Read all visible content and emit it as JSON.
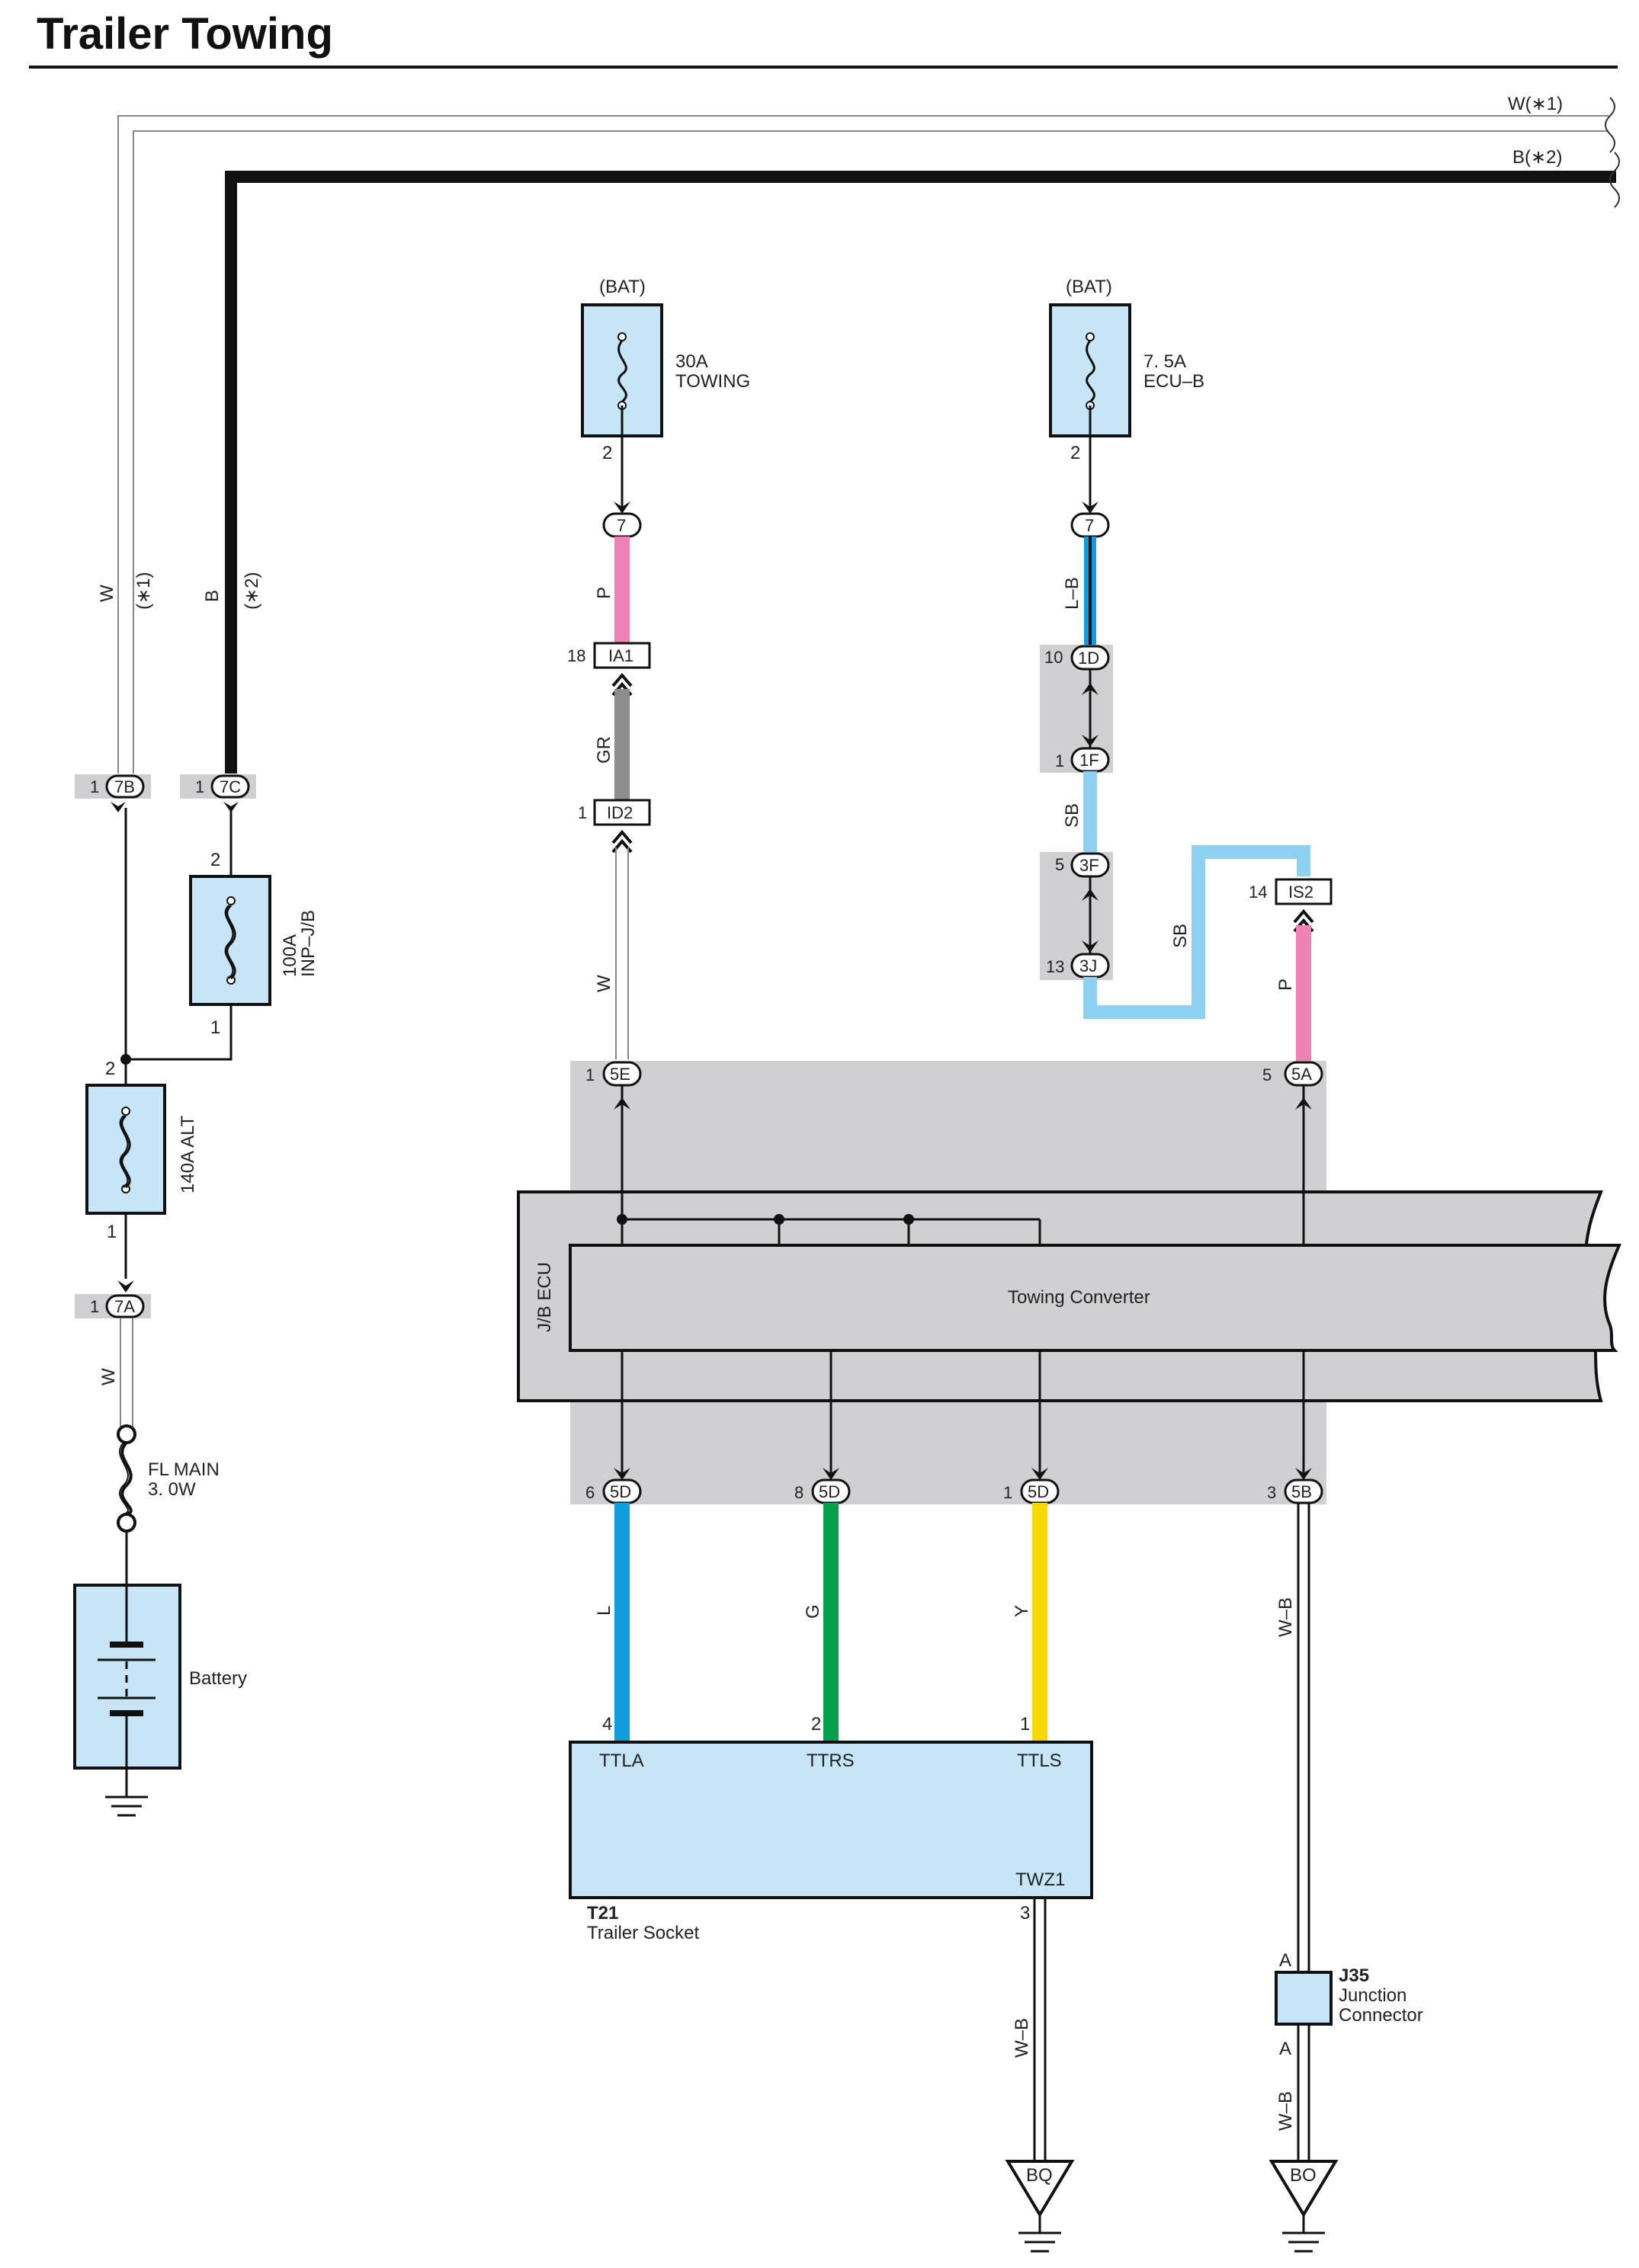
{
  "title": "Trailer Towing",
  "colors": {
    "pink": "#ee82b4",
    "gray_wire": "#8c8c8c",
    "light_blue": "#8dd0f2",
    "blue": "#0f9de0",
    "green": "#07a04a",
    "yellow": "#f7d900",
    "component_fill": "#c6e6f7",
    "shade": "#d0d0d2"
  },
  "top_labels": {
    "w1": "W(∗1)",
    "b2": "B(∗2)"
  },
  "left": {
    "w_wire": "W",
    "w_note": "(∗1)",
    "b_wire": "B",
    "b_note": "(∗2)",
    "c7b": {
      "pin": "1",
      "id": "7B"
    },
    "c7c": {
      "pin": "1",
      "id": "7C"
    },
    "fuse100": {
      "top_pin": "2",
      "bottom_pin": "1",
      "label1": "100A",
      "label2": "INP–J/B"
    },
    "fuse140": {
      "top_pin": "2",
      "bottom_pin": "1",
      "label": "140A ALT"
    },
    "c7a": {
      "pin": "1",
      "id": "7A"
    },
    "w_lower": "W",
    "fl_main": {
      "line1": "FL MAIN",
      "line2": "3. 0W"
    },
    "battery": "Battery"
  },
  "center": {
    "bat_label": "(BAT)",
    "fuse30": {
      "line1": "30A",
      "line2": "TOWING",
      "pin": "2"
    },
    "c7": "7",
    "wire_p": "P",
    "ia1": {
      "pin": "18",
      "id": "IA1"
    },
    "wire_gr": "GR",
    "id2": {
      "pin": "1",
      "id": "ID2"
    },
    "wire_w": "W",
    "c5e": {
      "pin": "1",
      "id": "5E"
    }
  },
  "right": {
    "bat_label": "(BAT)",
    "fuse75": {
      "line1": "7. 5A",
      "line2": "ECU–B",
      "pin": "2"
    },
    "c7": "7",
    "wire_lb": "L–B",
    "c1d": {
      "pin": "10",
      "id": "1D"
    },
    "c1f": {
      "pin": "1",
      "id": "1F"
    },
    "wire_sb": "SB",
    "c3f": {
      "pin": "5",
      "id": "3F"
    },
    "c3j": {
      "pin": "13",
      "id": "3J"
    },
    "wire_sb2": "SB",
    "is2": {
      "pin": "14",
      "id": "IS2"
    },
    "wire_p": "P",
    "c5a": {
      "pin": "5",
      "id": "5A"
    }
  },
  "ecu": {
    "side_label": "J/B ECU",
    "inner_label": "Towing Converter"
  },
  "outputs": [
    {
      "pin": "6",
      "id": "5D",
      "wire": "L",
      "socket_pin": "4",
      "term": "TTLA"
    },
    {
      "pin": "8",
      "id": "5D",
      "wire": "G",
      "socket_pin": "2",
      "term": "TTRS"
    },
    {
      "pin": "1",
      "id": "5D",
      "wire": "Y",
      "socket_pin": "1",
      "term": "TTLS"
    }
  ],
  "ground_out": {
    "pin": "3",
    "id": "5B",
    "wire": "W–B"
  },
  "socket": {
    "code": "T21",
    "name": "Trailer Socket",
    "ground_term": "TWZ1",
    "ground_pin": "3",
    "ground_wire": "W–B",
    "ground_point": "BQ"
  },
  "junction": {
    "code": "J35",
    "line1": "Junction",
    "line2": "Connector",
    "pin_a_top": "A",
    "pin_a_bottom": "A",
    "wire": "W–B",
    "ground_point": "BO"
  }
}
